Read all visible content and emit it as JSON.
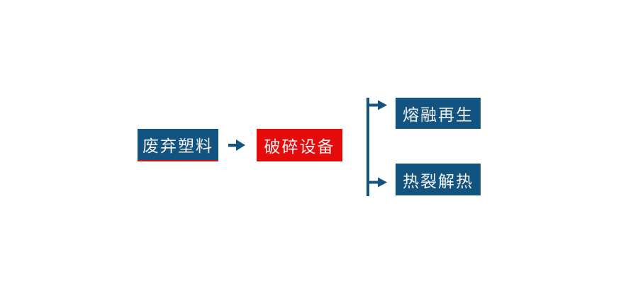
{
  "colors": {
    "brand-blue": "#12537f",
    "brand-red": "#e50b0b",
    "text-light": "#f2f2f2",
    "background": "#ffffff"
  },
  "flowchart": {
    "nodes": {
      "waste": {
        "label": "废弃塑料"
      },
      "crush": {
        "label": "破碎设备"
      },
      "melt": {
        "label": "熔融再生"
      },
      "pyrolysis": {
        "label": "热裂解热"
      }
    },
    "icons": {
      "main_arrow": "arrow-right",
      "branch_top_arrow": "arrow-right",
      "branch_bottom_arrow": "arrow-right"
    }
  }
}
